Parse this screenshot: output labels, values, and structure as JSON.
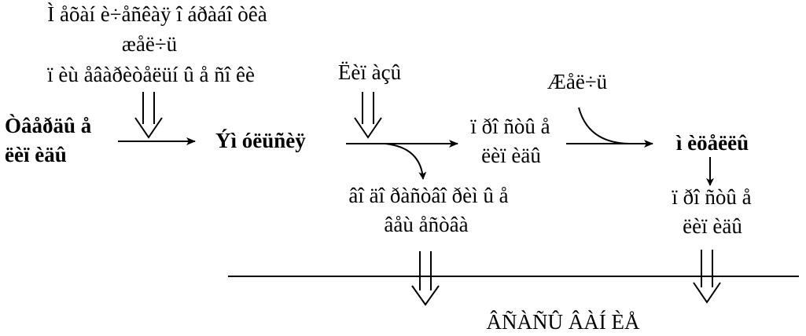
{
  "labels": {
    "treatment_line1": "Ì åõàí è÷åñêàÿ î áðàáî òêà",
    "treatment_line2": "æåë÷ü",
    "treatment_line3": "ï èù åâàðèòåëüí û å ñî êè",
    "solid_lipids": "Òâåðäû å",
    "solid_lipids2": "ëèï èäû",
    "emulsion": "Ýì óëüñèÿ",
    "lipase": "Ëèï àçû",
    "simple_lipids_1a": "ï ðî ñòû å",
    "simple_lipids_1b": "ëèï èäû",
    "bile": "Æåë÷ü",
    "micelles": "ì èöåëëû",
    "nonabsorbed_a": "âî äî ðàñòâî ðèì û å",
    "nonabsorbed_b": "âåù åñòâà",
    "simple_lipids_2a": "ï ðî ñòû å",
    "simple_lipids_2b": "ëèï èäû",
    "absorption": "ÂÑÀÑÛ ÂÀÍ ÈÅ"
  }
}
